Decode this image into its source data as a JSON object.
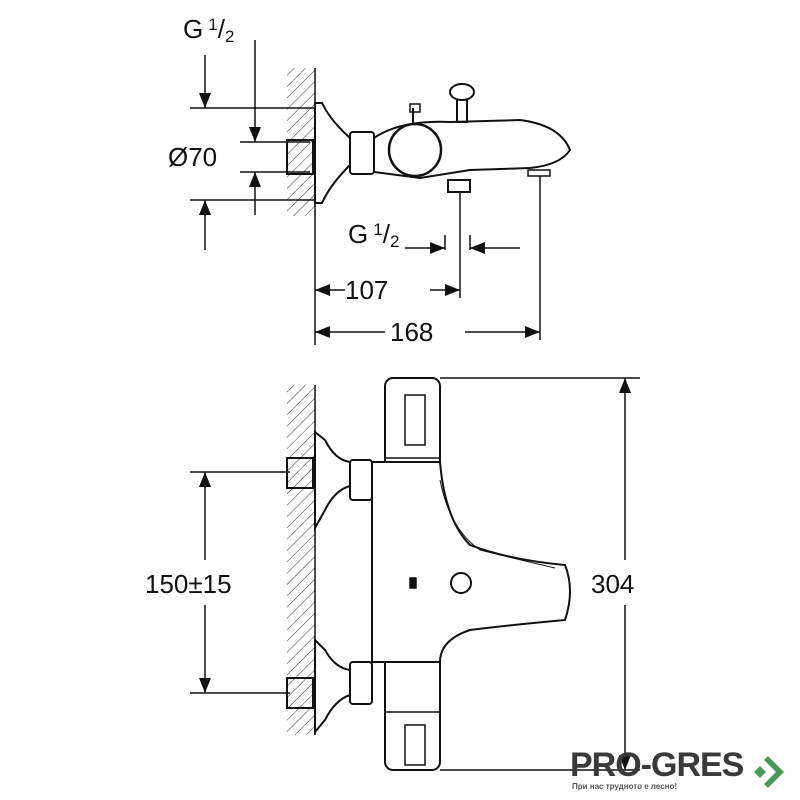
{
  "top_view": {
    "thread_top": {
      "letter": "G",
      "num": "1",
      "den": "2"
    },
    "diameter": "Ø70",
    "thread_bottom": {
      "letter": "G",
      "num": "1",
      "den": "2"
    },
    "dim_outlet": "107",
    "dim_depth": "168"
  },
  "front_view": {
    "dim_centers": "150±15",
    "dim_height": "304"
  },
  "logo": {
    "name": "PRO-GRES",
    "tagline": "При нас трудното е лесно!",
    "color": "#4a9a5c"
  }
}
